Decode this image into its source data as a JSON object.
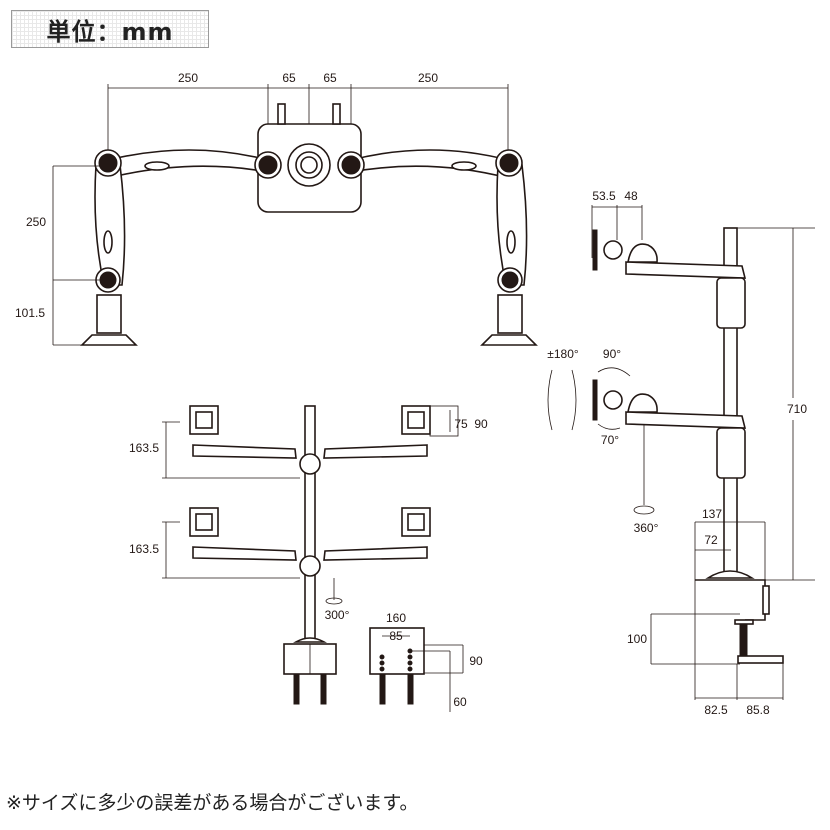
{
  "unit_label": "単位：mm",
  "footnote": "※サイズに多少の誤差がある場合がございます。",
  "front_view": {
    "arm_span_left": "250",
    "center_offset_left": "65",
    "center_offset_right": "65",
    "arm_span_right": "250",
    "arm_height": "250",
    "base_height": "101.5"
  },
  "side_view": {
    "vesa_depth": "53.5",
    "joint_depth": "48",
    "rotation": "±180°",
    "tilt_up": "90°",
    "tilt_down": "70°",
    "swivel": "360°",
    "pole_height": "710",
    "clamp_width": "137",
    "pole_offset": "72",
    "clamp_opening": "100",
    "clamp_front": "82.5",
    "clamp_back": "85.8"
  },
  "quad_view": {
    "upper_height": "163.5",
    "lower_height": "163.5",
    "vesa_small": "75",
    "vesa_large": "90",
    "swivel": "300°",
    "clamp_width": "160",
    "clamp_hole_spacing": "85",
    "clamp_height": "90",
    "clamp_depth": "60"
  }
}
